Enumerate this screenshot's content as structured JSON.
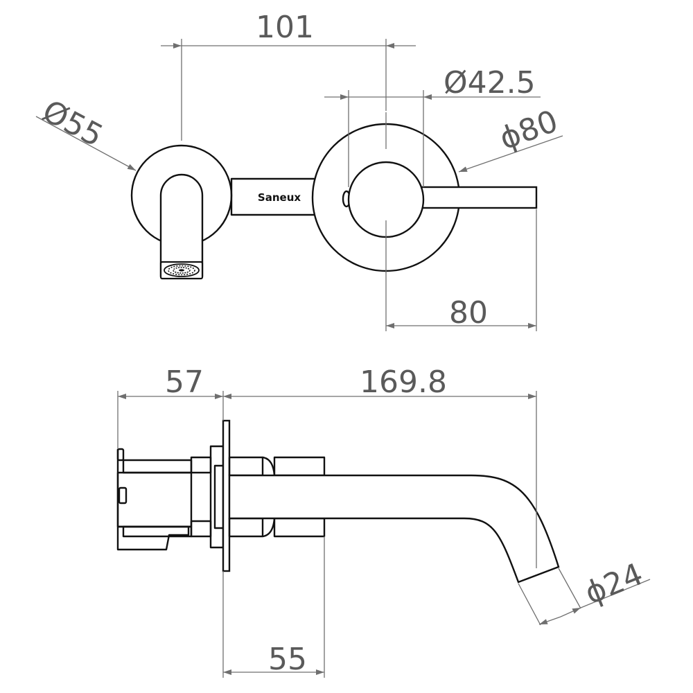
{
  "brand": "Saneux",
  "front_view": {
    "dim_width_between_centres": "101",
    "dim_spout_rosette_diameter": "Ø55",
    "dim_handle_diameter": "Ø42.5",
    "dim_valve_rosette_diameter": "ɸ80",
    "dim_lever_reach": "80"
  },
  "side_view": {
    "dim_valve_depth": "57",
    "dim_spout_projection": "169.8",
    "dim_spout_outlet_diameter": "ɸ24",
    "dim_plate_to_collar": "55"
  },
  "colors": {
    "outline": "#111111",
    "dimension": "#6f6f6f",
    "dimension_text": "#5a5a5a"
  }
}
